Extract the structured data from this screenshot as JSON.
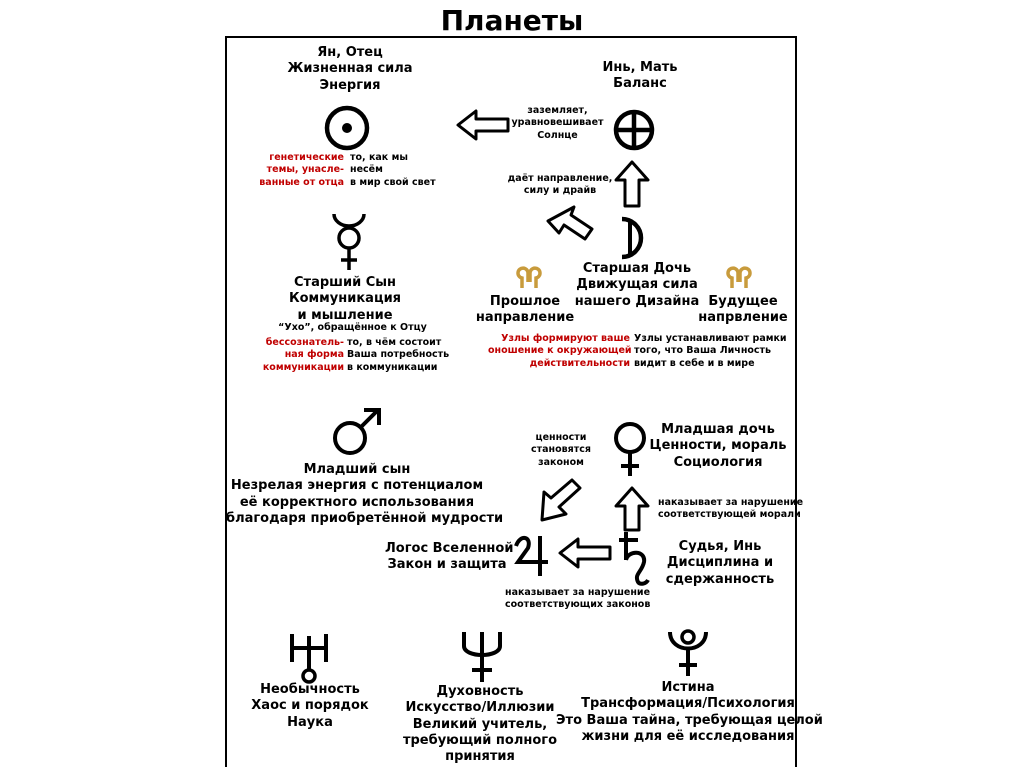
{
  "title": "Планеты",
  "sun": {
    "heading": "Ян, Отец\nЖизненная сила\nЭнергия",
    "red": "генетические\nтемы, унасле-\nванные от отца",
    "black": "то, как мы\nнесём\nв мир свой свет"
  },
  "earth": {
    "heading": "Инь, Мать\nБаланс",
    "note": "заземляет,\nуравновешивает\nСолнце"
  },
  "moon": {
    "note": "даёт направление,\nсилу и драйв",
    "heading": "Старшая Дочь\nДвижущая сила\nнашего Дизайна"
  },
  "nodes": {
    "past": "Прошлое\nнаправление",
    "future": "Будущее\nнапрвление",
    "red": "Узлы формируют ваше\nоношение к окружающей\nдействительности",
    "black": "Узлы устанавливают рамки\nтого, что Ваша Личность\nвидит в себе и в мире"
  },
  "mercury": {
    "heading": "Старший Сын\nКоммуникация\nи мышление",
    "sub": "“Ухо”, обращённое к Отцу",
    "red": "бессознатель-\nная форма\nкоммуникации",
    "black": "то, в чём состоит\nВаша потребность\nв коммуникации"
  },
  "mars": {
    "heading": "Младший сын\nНезрелая энергия с потенциалом\nеё корректного использования\nблагодаря приобретённой мудрости"
  },
  "venus": {
    "note": "ценности\nстановятся\nзаконом",
    "heading": "Младшая дочь\nЦенности, мораль\nСоциология"
  },
  "saturn": {
    "note_up": "наказывает за нарушение\nсоответствующей морали",
    "heading": "Судья, Инь\nДисциплина и\nсдержанность",
    "note_down": "наказывает за нарушение\nсоответствующих законов"
  },
  "jupiter": {
    "heading": "Логос Вселенной\nЗакон и защита"
  },
  "uranus": {
    "heading": "Необычность\nХаос и порядок\nНаука"
  },
  "neptune": {
    "heading": "Духовность\nИскусство/Иллюзии\nВеликий учитель,\nтребующий полного\nпринятия"
  },
  "pluto": {
    "heading": "Истина\nТрансформация/Психология\nЭто Ваша тайна, требующая целой\nжизни для её исследования"
  },
  "colors": {
    "accent_red": "#c00000",
    "node_gold": "#c89b3c",
    "arrow_fill": "#ffffff",
    "stroke": "#000000"
  }
}
